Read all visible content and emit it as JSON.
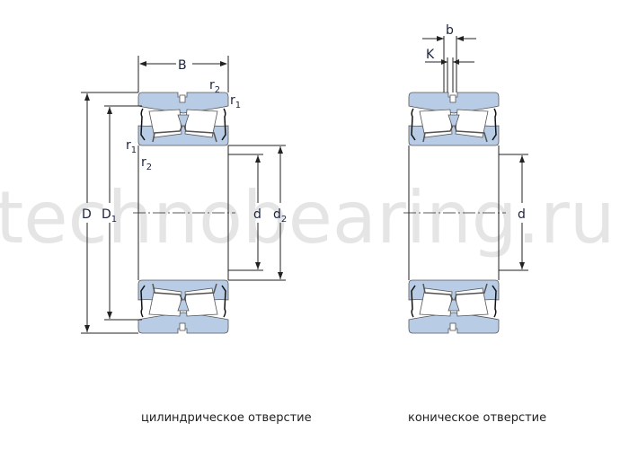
{
  "watermark": "technobearing.ru",
  "left_bearing": {
    "caption": "цилиндрическое отверстие",
    "labels": {
      "B": "B",
      "D": "D",
      "D1": "D",
      "D1_sub": "1",
      "d": "d",
      "d2": "d",
      "d2_sub": "2",
      "r2_top": "r",
      "r2_top_sub": "2",
      "r1_top": "r",
      "r1_top_sub": "1",
      "r1_bot": "r",
      "r1_bot_sub": "1",
      "r2_bot": "r",
      "r2_bot_sub": "2"
    }
  },
  "right_bearing": {
    "caption": "коническое отверстие",
    "labels": {
      "b": "b",
      "K": "K",
      "d": "d"
    }
  },
  "colors": {
    "ring_fill": "#b9cce6",
    "outline": "#555555"
  }
}
